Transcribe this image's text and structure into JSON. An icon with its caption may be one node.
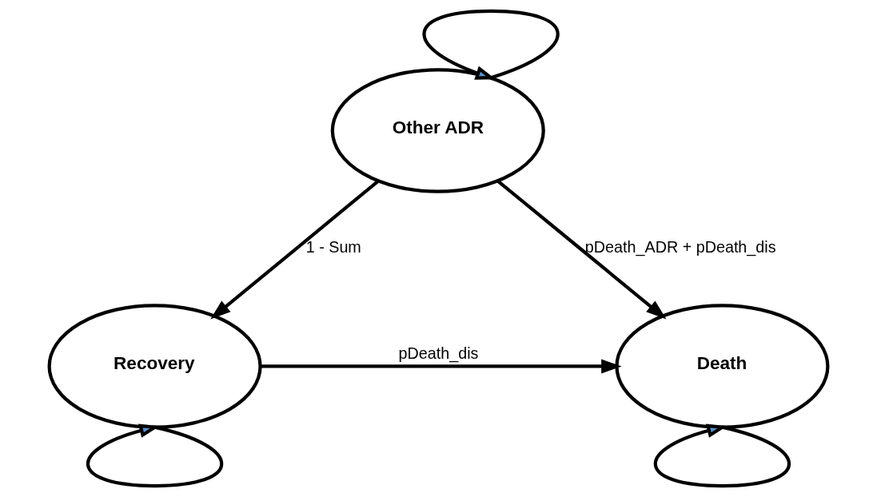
{
  "diagram": {
    "nodes": [
      {
        "text": [
          "Other ADR"
        ]
      },
      {
        "text": [
          "Recovery"
        ]
      },
      {
        "text": [
          "Death"
        ]
      }
    ],
    "edges": [
      {
        "from": 0,
        "to": 0,
        "arrow": "to"
      },
      {
        "from": 0,
        "to": 1,
        "arrow": "to",
        "label": "1 - Sum"
      },
      {
        "from": 0,
        "to": 2,
        "arrow": "to",
        "label": "pDeath_ADR + pDeath_dis"
      },
      {
        "from": 1,
        "to": 2,
        "arrow": "to",
        "label": "pDeath_dis"
      },
      {
        "from": 1,
        "to": 1,
        "arrow": "to"
      },
      {
        "from": 2,
        "to": 2,
        "arrow": "to"
      }
    ]
  }
}
